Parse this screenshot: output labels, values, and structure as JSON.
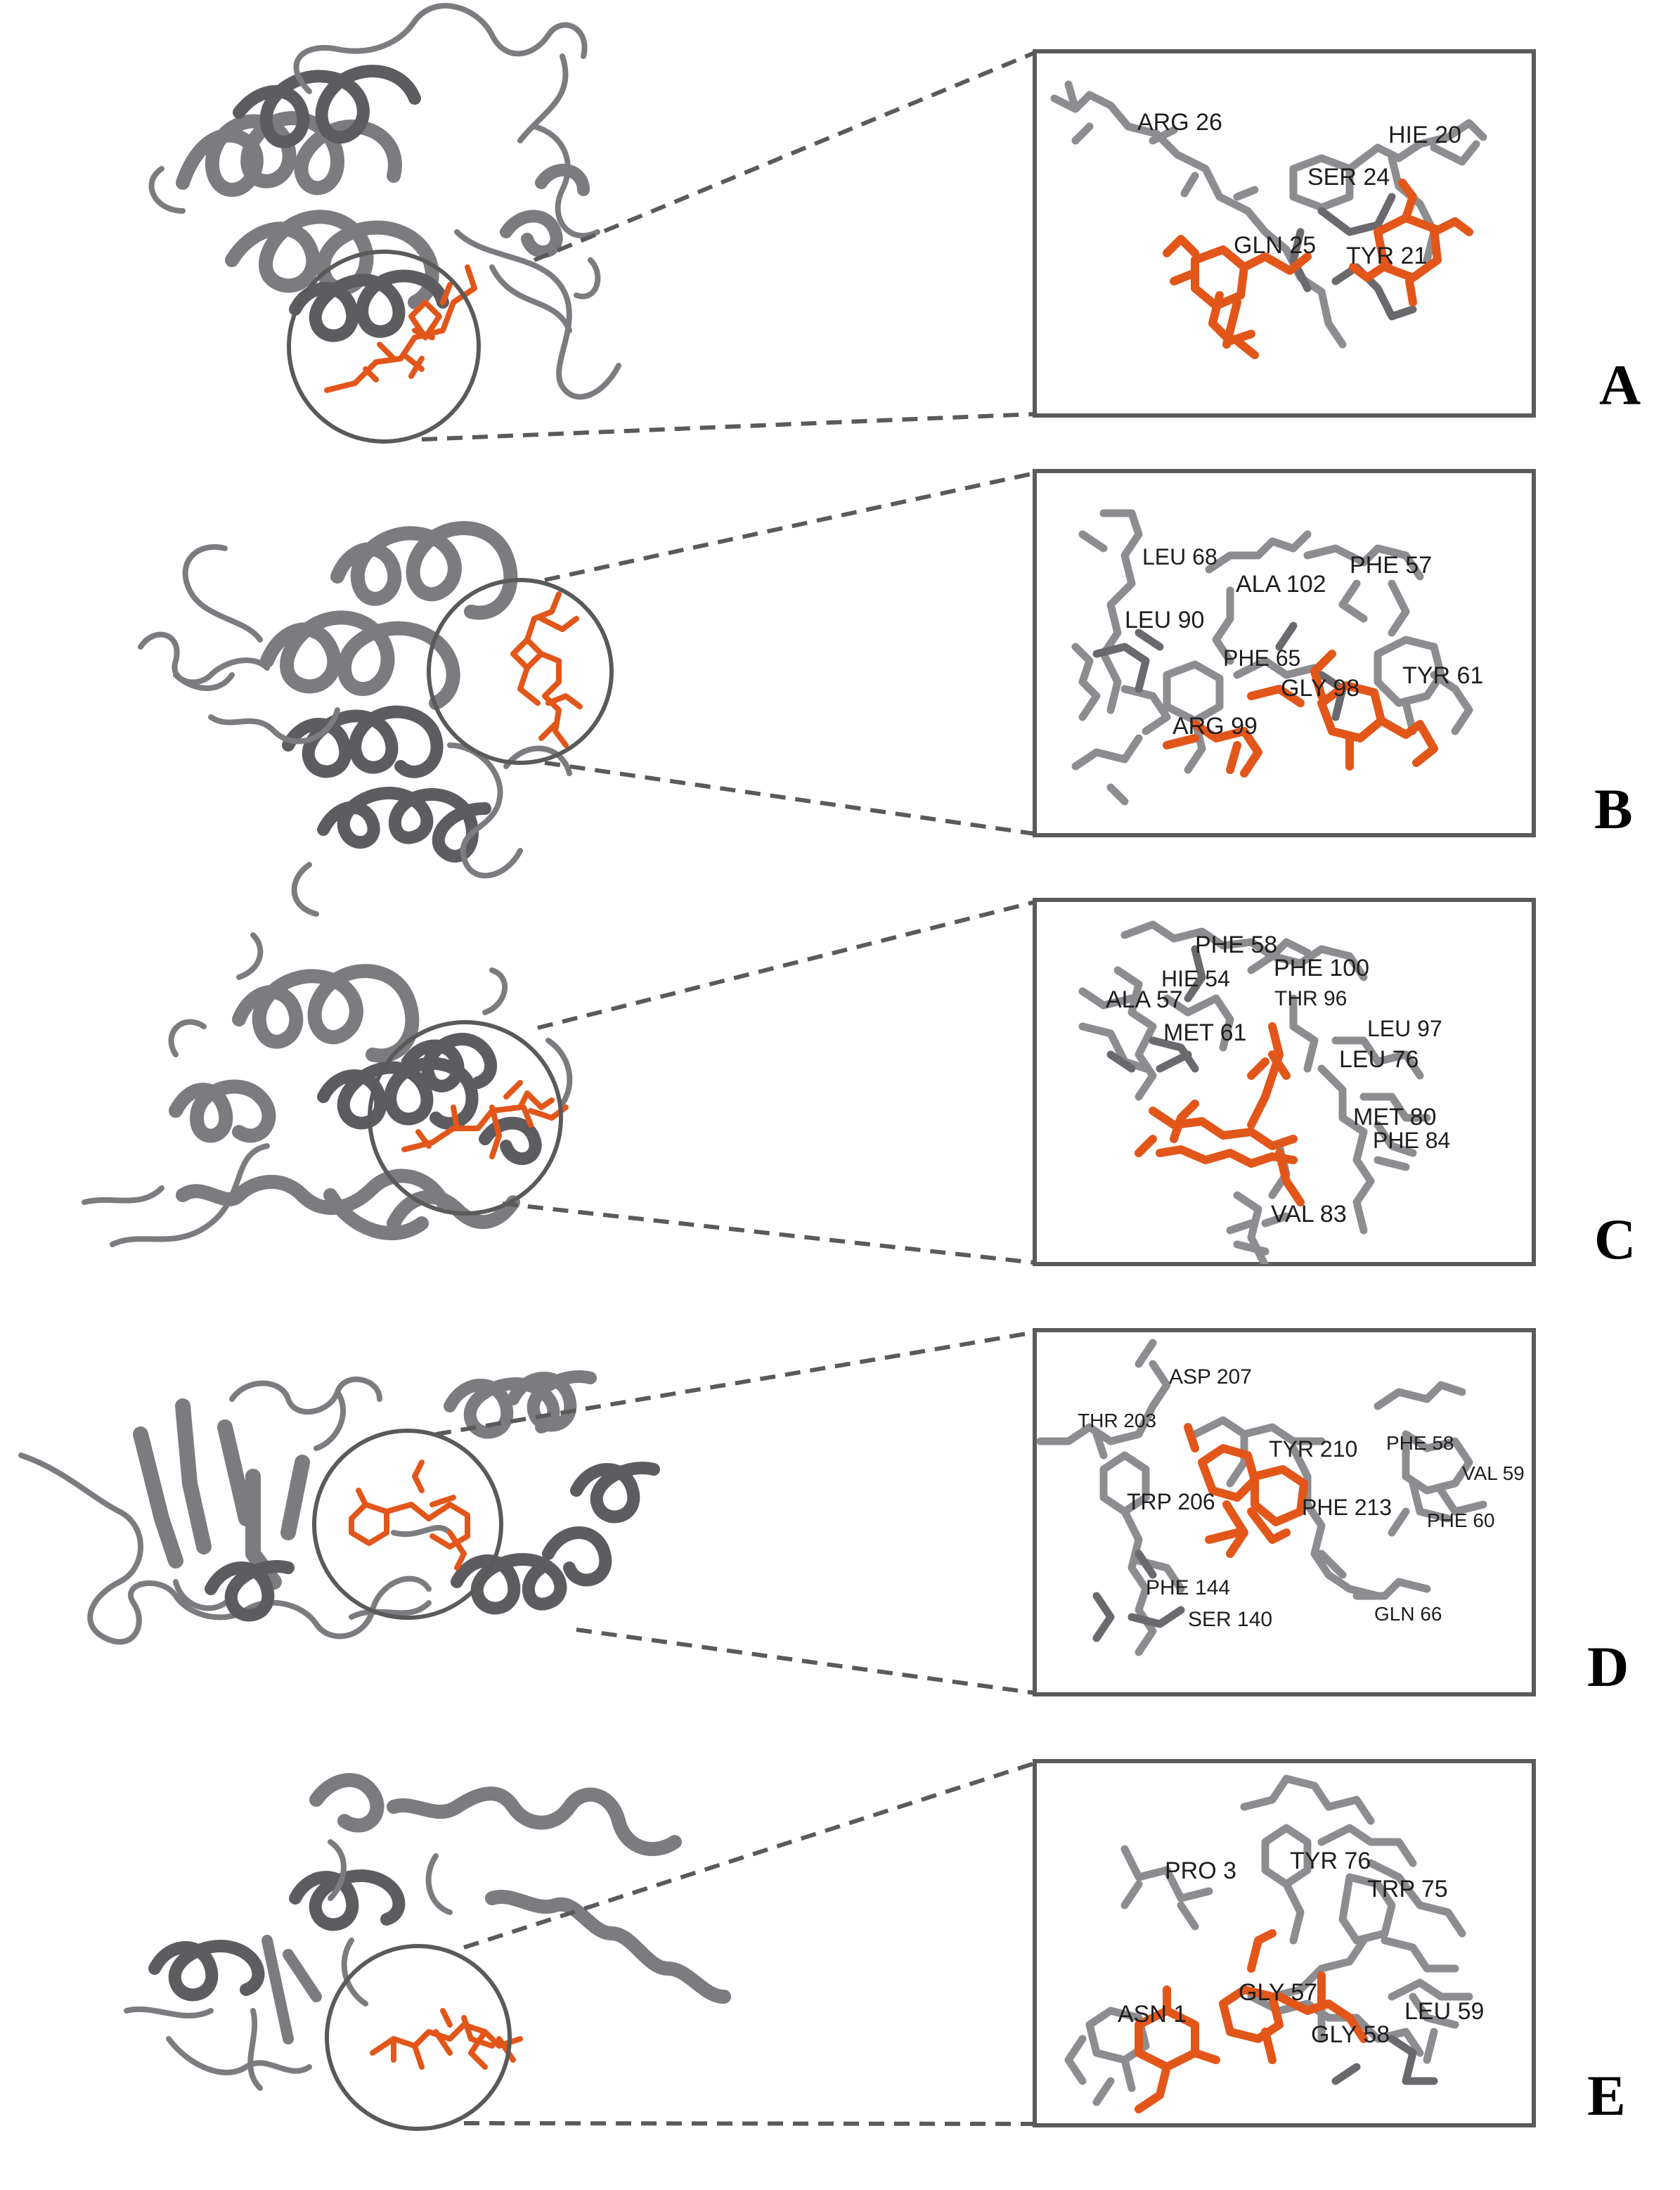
{
  "figure": {
    "panels": [
      {
        "letter": "A",
        "residues": [
          "ARG 26",
          "HIE 20",
          "SER 24",
          "GLN 25",
          "TYR 21"
        ]
      },
      {
        "letter": "B",
        "residues": [
          "LEU 68",
          "PHE 57",
          "ALA 102",
          "LEU 90",
          "PHE 65",
          "GLY 98",
          "TYR 61",
          "ARG 99"
        ]
      },
      {
        "letter": "C",
        "residues": [
          "PHE 58",
          "PHE 100",
          "HIE 54",
          "ALA 57",
          "THR 96",
          "MET 61",
          "LEU 97",
          "LEU 76",
          "MET 80",
          "PHE 84",
          "VAL 83"
        ]
      },
      {
        "letter": "D",
        "residues": [
          "ASP 207",
          "THR 203",
          "TYR 210",
          "PHE 58",
          "VAL 59",
          "TRP 206",
          "PHE 213",
          "PHE 60",
          "PHE 144",
          "SER 140",
          "GLN 66"
        ]
      },
      {
        "letter": "E",
        "residues": [
          "TYR 76",
          "PRO 3",
          "TRP 75",
          "GLY 57",
          "ASN 1",
          "LEU 59",
          "GLY 58"
        ]
      }
    ],
    "colors": {
      "protein": "#7c7c80",
      "ligand": "#e2561a",
      "frame": "#5a5a5a"
    }
  }
}
